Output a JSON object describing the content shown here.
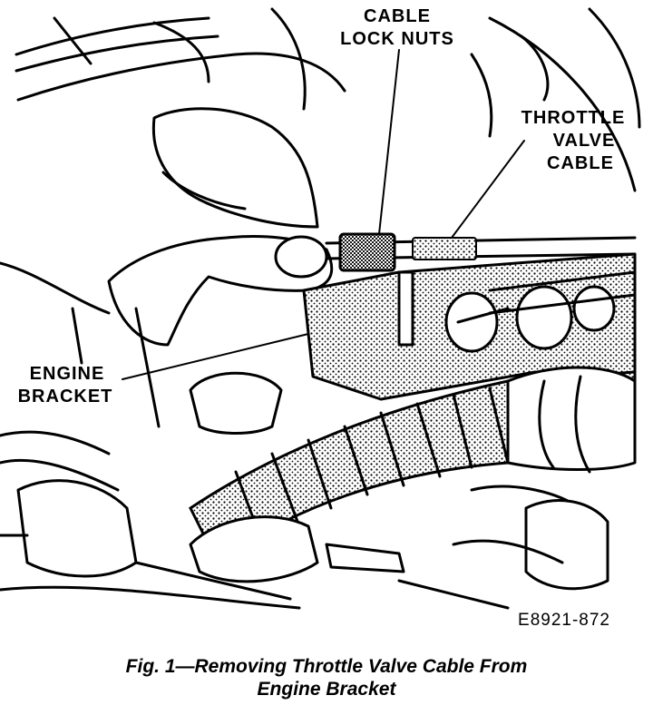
{
  "labels": {
    "cable_lock_nuts": [
      "CABLE",
      "LOCK NUTS"
    ],
    "throttle_valve_cable": [
      "THROTTLE",
      "VALVE",
      "CABLE"
    ],
    "engine_bracket": [
      "ENGINE",
      "BRACKET"
    ]
  },
  "figure_code": "E8921-872",
  "caption": {
    "line1": "Fig. 1—Removing Throttle Valve Cable From",
    "line2": "Engine Bracket"
  }
}
